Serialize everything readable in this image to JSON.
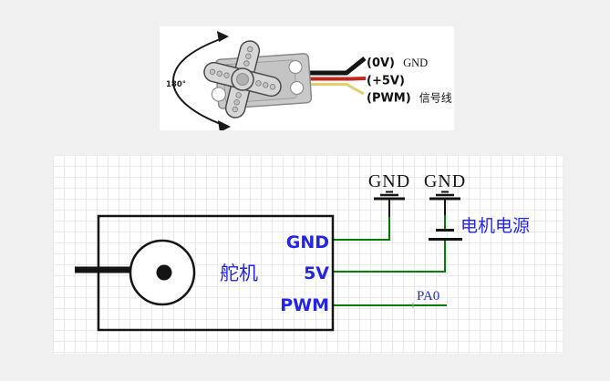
{
  "colors": {
    "background": "#f0f0f0",
    "panel_white": "#ffffff",
    "wire_green": "#008000",
    "label_blue": "#2424e8",
    "net_blue": "#2929cc",
    "photo_wire_black": "#151515",
    "photo_wire_red": "#c1271d",
    "photo_wire_yellow": "#e3d06b"
  },
  "photo": {
    "rotation_label": "180°",
    "wire_labels": [
      {
        "prefix": "(0V)",
        "suffix": "GND"
      },
      {
        "prefix": "(+5V)",
        "suffix": ""
      },
      {
        "prefix": "(PWM)",
        "suffix": "信号线"
      }
    ]
  },
  "schematic": {
    "component_label": "舵机",
    "pins": [
      "GND",
      "5V",
      "PWM"
    ],
    "ground_labels": [
      "GND",
      "GND"
    ],
    "power_label": "电机电源",
    "net_label": "PA0"
  }
}
